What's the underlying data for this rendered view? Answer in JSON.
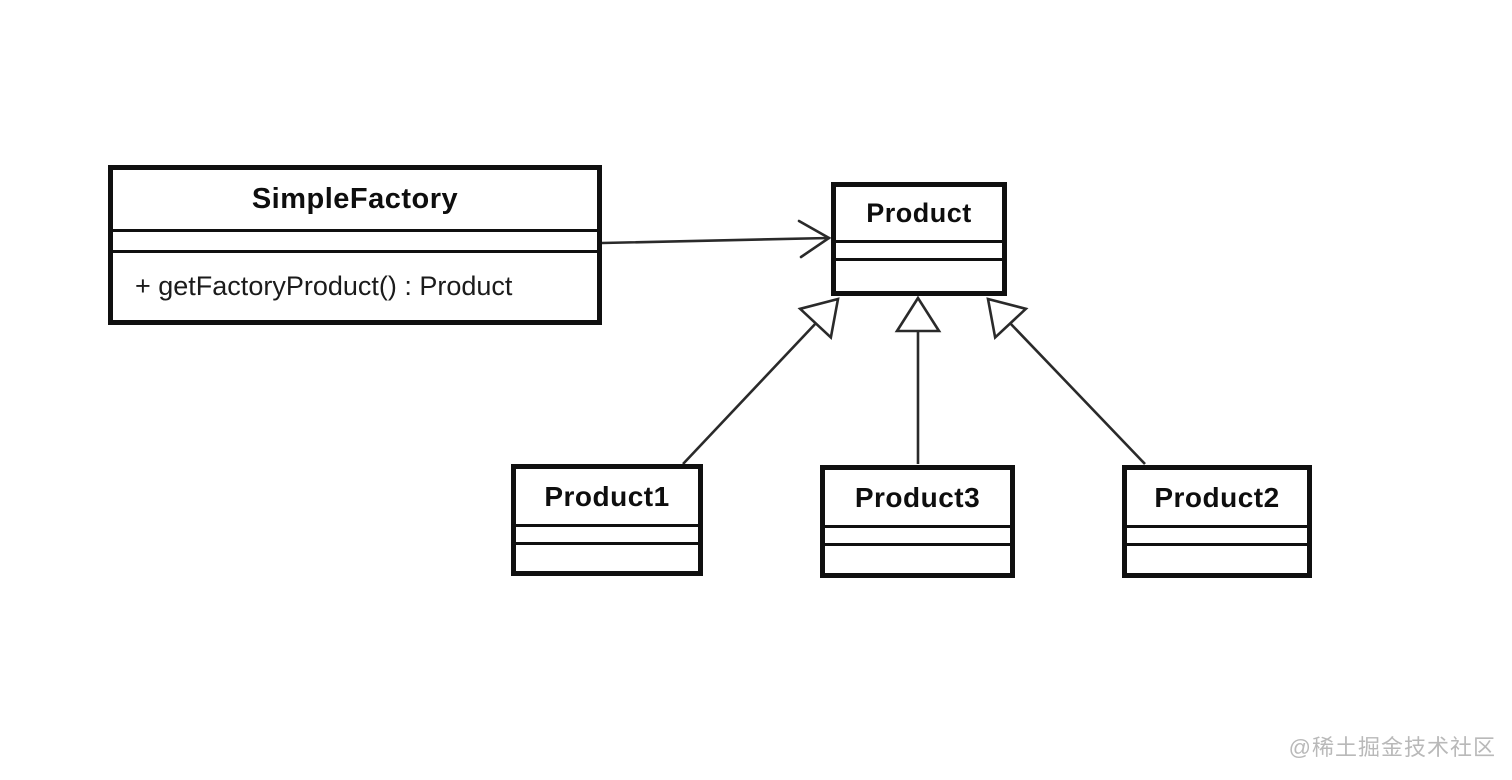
{
  "diagram": {
    "kind": "uml-class-diagram",
    "pattern": "Simple Factory",
    "classes": {
      "simple_factory": {
        "name": "SimpleFactory",
        "attributes": [],
        "methods": [
          "+ getFactoryProduct() : Product"
        ]
      },
      "product": {
        "name": "Product",
        "attributes": [],
        "methods": []
      },
      "product1": {
        "name": "Product1",
        "attributes": [],
        "methods": []
      },
      "product3": {
        "name": "Product3",
        "attributes": [],
        "methods": []
      },
      "product2": {
        "name": "Product2",
        "attributes": [],
        "methods": []
      }
    },
    "relations": [
      {
        "from": "SimpleFactory",
        "to": "Product",
        "type": "association",
        "arrowhead": "open"
      },
      {
        "from": "Product1",
        "to": "Product",
        "type": "generalization",
        "arrowhead": "hollow-triangle"
      },
      {
        "from": "Product3",
        "to": "Product",
        "type": "generalization",
        "arrowhead": "hollow-triangle"
      },
      {
        "from": "Product2",
        "to": "Product",
        "type": "generalization",
        "arrowhead": "hollow-triangle"
      }
    ],
    "colors": {
      "background": "#ffffff",
      "box_border": "#101010",
      "connector_line": "#2a2a2a",
      "watermark": "#b9b9b9"
    }
  },
  "watermark": {
    "text": "@稀土掘金技术社区"
  }
}
